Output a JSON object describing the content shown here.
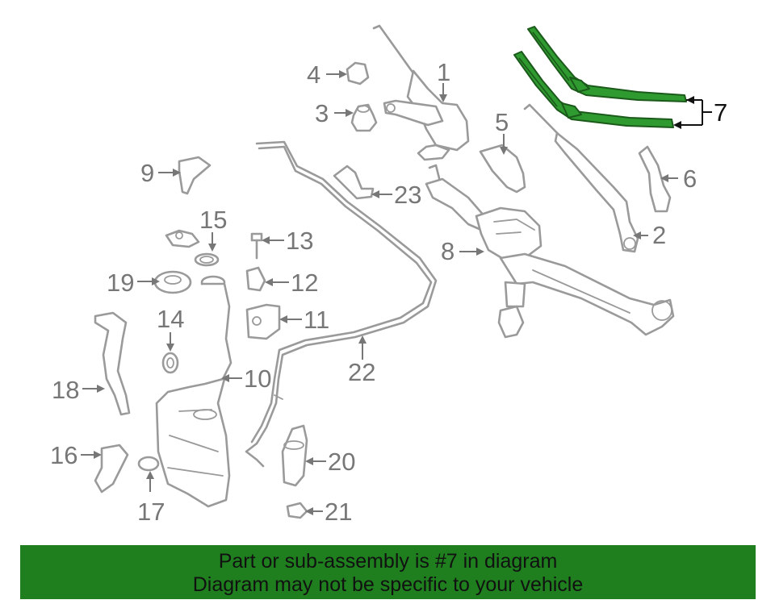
{
  "callouts": {
    "c1": "1",
    "c2": "2",
    "c3": "3",
    "c4": "4",
    "c5": "5",
    "c6": "6",
    "c7": "7",
    "c8": "8",
    "c9": "9",
    "c10": "10",
    "c11": "11",
    "c12": "12",
    "c13": "13",
    "c14": "14",
    "c15": "15",
    "c16": "16",
    "c17": "17",
    "c18": "18",
    "c19": "19",
    "c20": "20",
    "c21": "21",
    "c22": "22",
    "c23": "23"
  },
  "highlighted_part": "7",
  "colors": {
    "highlight": "#2f9a2f",
    "banner": "#1f7f1f",
    "line_art": "#9a9a9a"
  },
  "banner": {
    "line1": "Part or sub-assembly is #7 in diagram",
    "line2": "Diagram may not be specific to your vehicle"
  }
}
